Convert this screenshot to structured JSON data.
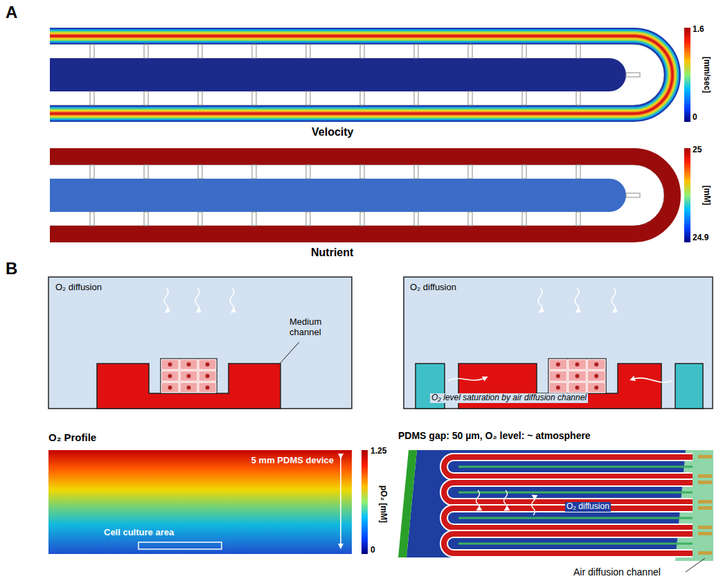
{
  "diagram": {
    "nodes": [
      {
        "text": [
          "O₂ diffusion",
          "Medium channel"
        ]
      },
      {
        "text": [
          "O₂ diffusion",
          "O₂ level saturation by air diffusion channel"
        ]
      },
      {
        "text": [
          "O₂ Profile",
          "5 mm PDMS device",
          "Cell culture area"
        ]
      },
      {
        "text": [
          "PDMS gap: 50 µm, O₂ level: ~ atmosphere",
          "O₂ diffusion"
        ]
      }
    ],
    "labels": [
      "A",
      "1.6",
      "[mm/sec]",
      "0",
      "Velocity",
      "25",
      "[mM]",
      "24.9",
      "Nutrient",
      "B",
      "1.25",
      "pO₂ [mM]",
      "0",
      "Air diffusion channel"
    ]
  }
}
